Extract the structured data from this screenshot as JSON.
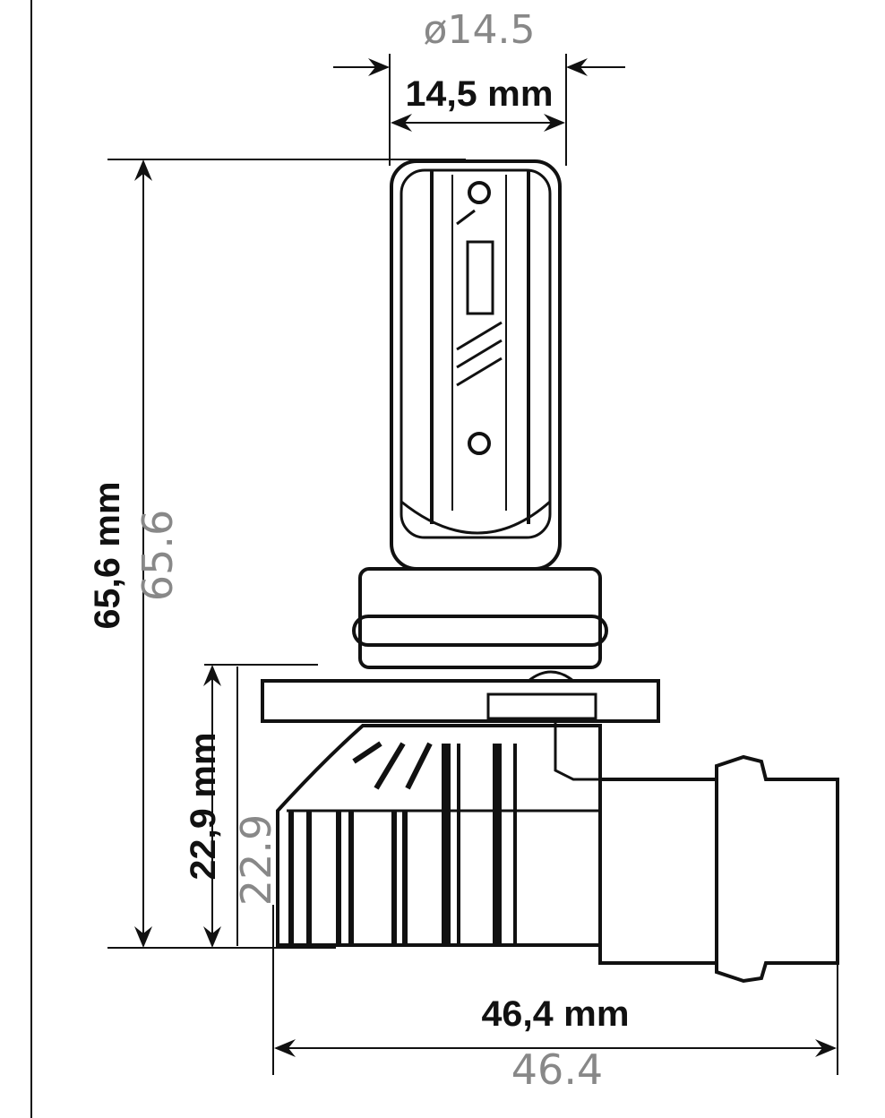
{
  "dimensions": {
    "diameter": {
      "label": "14,5 mm",
      "drawing_label": "ø14.5"
    },
    "total_height": {
      "label": "65,6 mm",
      "drawing_label": "65.6"
    },
    "base_height": {
      "label": "22,9 mm",
      "drawing_label": "22.9"
    },
    "total_width": {
      "label": "46,4 mm",
      "drawing_label": "46.4"
    }
  }
}
